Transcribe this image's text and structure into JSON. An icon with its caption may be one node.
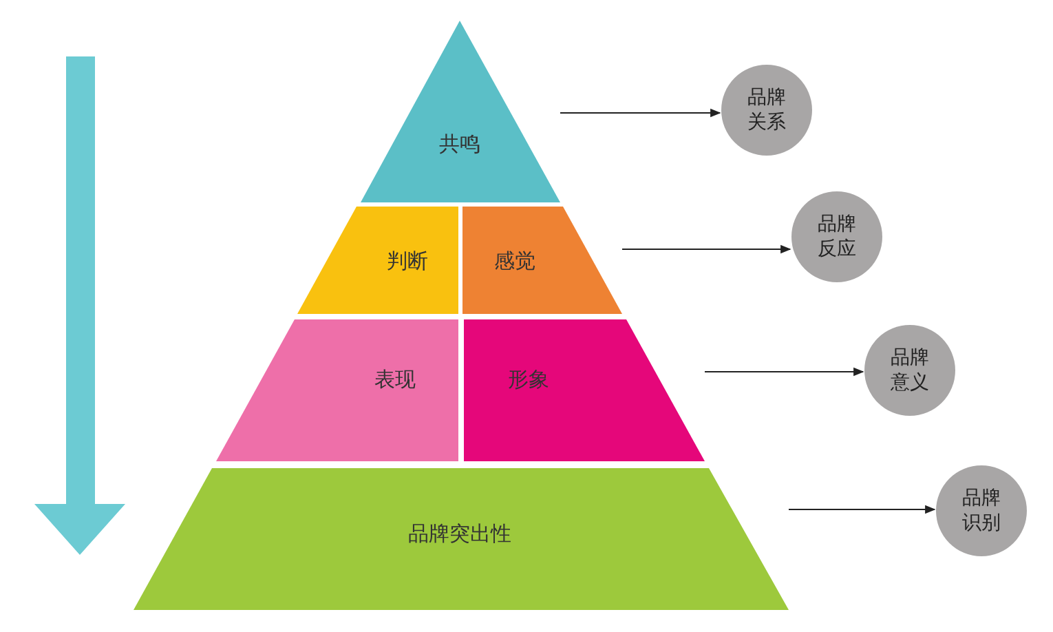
{
  "diagram": {
    "nodes": [
      {
        "text": [
          "共鸣"
        ]
      },
      {
        "text": [
          "判断"
        ]
      },
      {
        "text": [
          "感觉"
        ]
      },
      {
        "text": [
          "表现"
        ]
      },
      {
        "text": [
          "形象"
        ]
      },
      {
        "text": [
          "品牌突出性"
        ]
      },
      {
        "text": [
          "品牌关系"
        ]
      },
      {
        "text": [
          "品牌反应"
        ]
      },
      {
        "text": [
          "品牌意义"
        ]
      },
      {
        "text": [
          "品牌识别"
        ]
      }
    ],
    "edges": [
      {
        "from": 0,
        "to": 6,
        "arrow": "to"
      },
      {
        "from": 2,
        "to": 7,
        "arrow": "to"
      },
      {
        "from": 4,
        "to": 8,
        "arrow": "to"
      },
      {
        "from": 5,
        "to": 9,
        "arrow": "to"
      }
    ]
  }
}
